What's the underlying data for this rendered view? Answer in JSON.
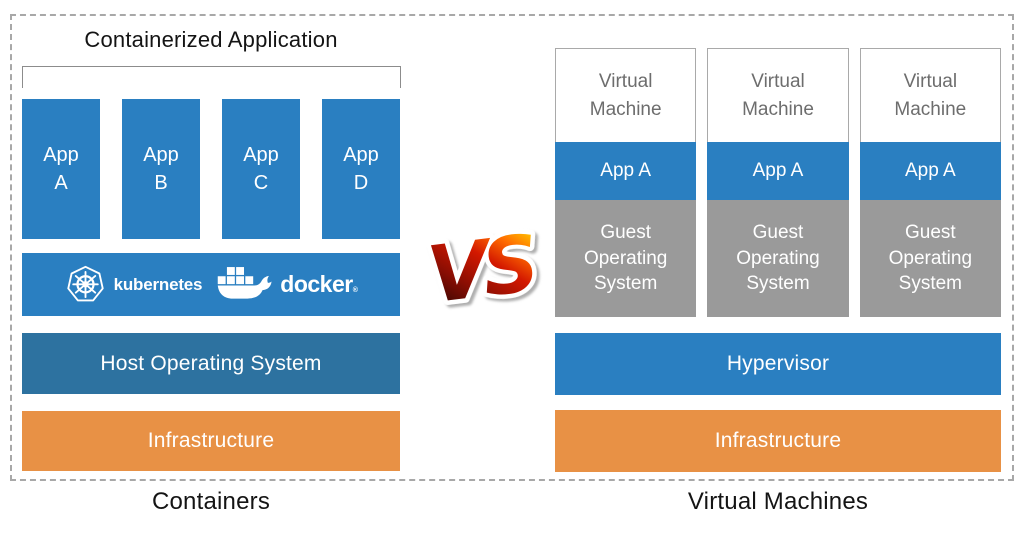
{
  "diagram": {
    "left": {
      "title": "Containerized Application",
      "apps": [
        "App\nA",
        "App\nB",
        "App\nC",
        "App\nD"
      ],
      "platform": {
        "kubernetes_icon": "kubernetes-helm-icon",
        "kubernetes_label": "kubernetes",
        "docker_icon": "docker-whale-icon",
        "docker_label": "docker",
        "docker_reg_mark": "®"
      },
      "host_os_label": "Host Operating System",
      "infrastructure_label": "Infrastructure",
      "caption": "Containers"
    },
    "vs_label": "VS",
    "right": {
      "vms": [
        {
          "title": "Virtual\nMachine",
          "app": "App A",
          "guest_os": "Guest\nOperating\nSystem"
        },
        {
          "title": "Virtual\nMachine",
          "app": "App A",
          "guest_os": "Guest\nOperating\nSystem"
        },
        {
          "title": "Virtual\nMachine",
          "app": "App A",
          "guest_os": "Guest\nOperating\nSystem"
        }
      ],
      "hypervisor_label": "Hypervisor",
      "infrastructure_label": "Infrastructure",
      "caption": "Virtual Machines"
    }
  },
  "colors": {
    "blue": "#2a7fc1",
    "hostBlue": "#2d72a0",
    "orange": "#e89145",
    "guestGray": "#9a9a9a",
    "vmBorder": "#a9a9a9",
    "vmText": "#6d6d6d",
    "frameGray": "#a8a8a8",
    "lineGray": "#8c8c8c",
    "ink": "#141414",
    "vsDark": "#1c0302",
    "vsRed": "#d31800",
    "vsOrange": "#ff6a00",
    "vsYellow": "#ffc400"
  }
}
